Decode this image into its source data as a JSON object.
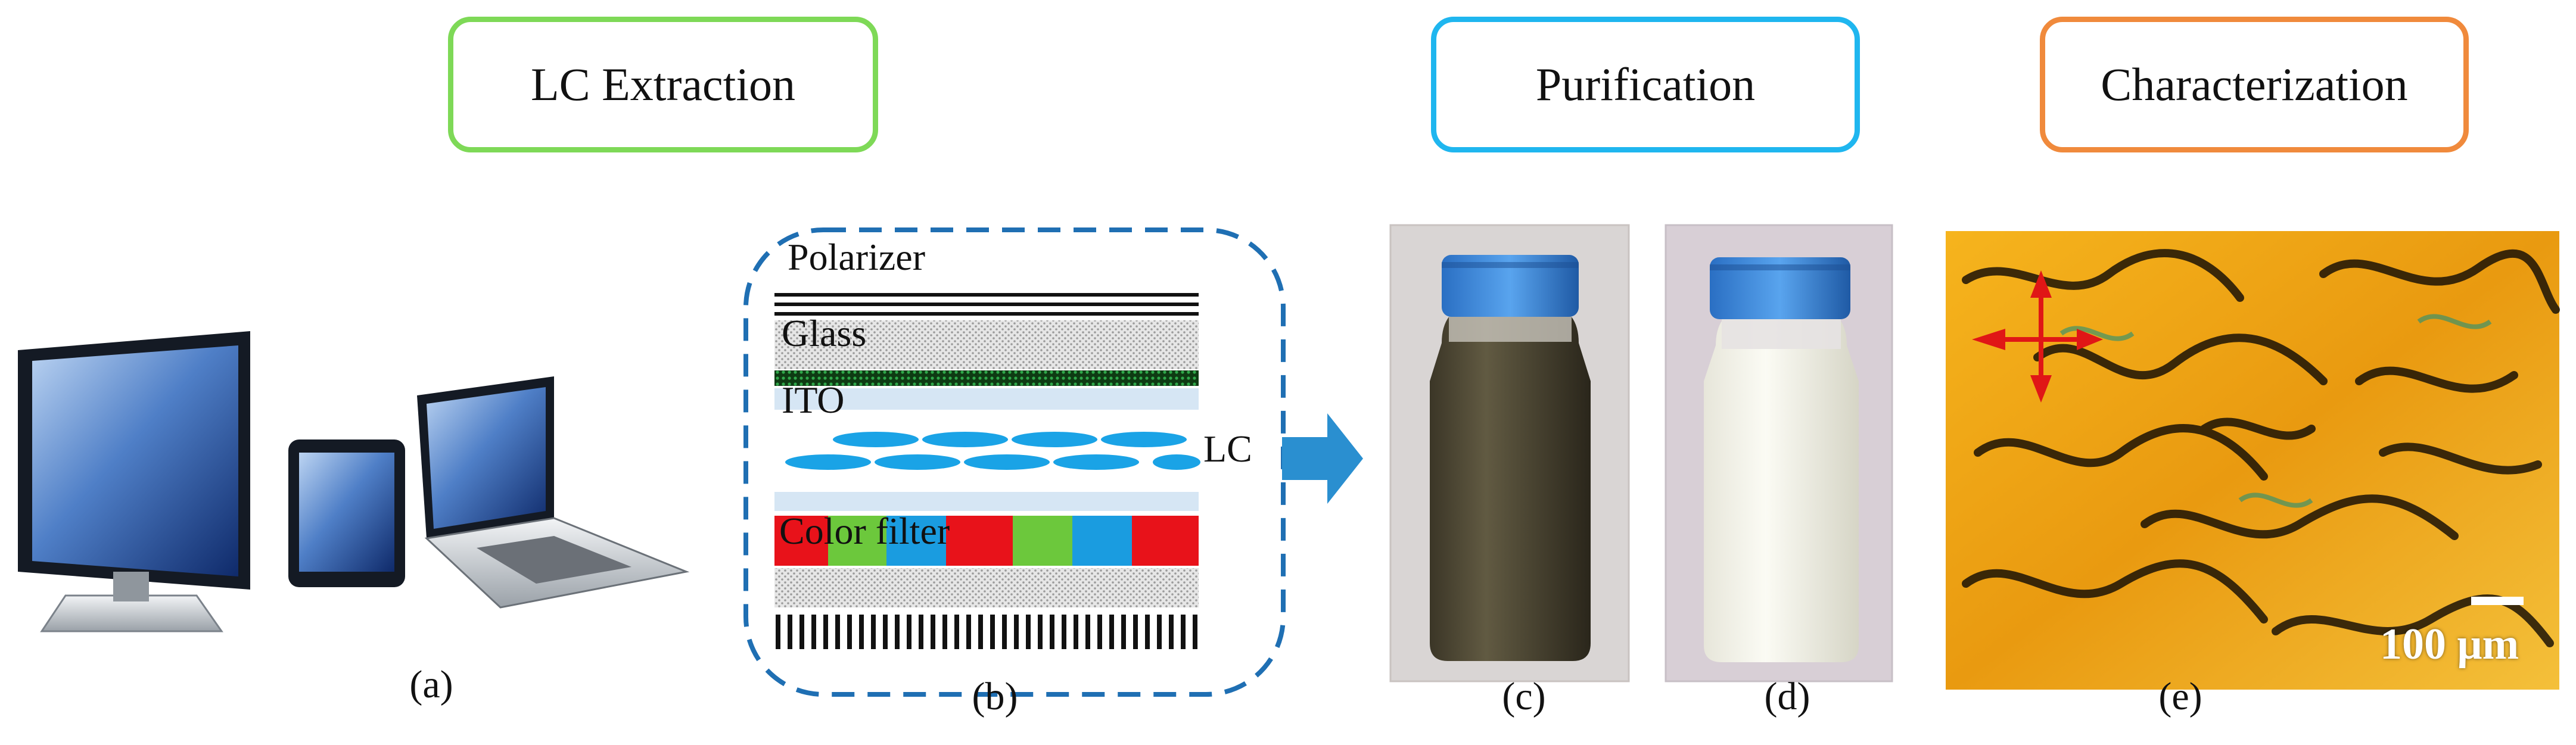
{
  "steps": {
    "extraction": "LC Extraction",
    "purification": "Purification",
    "characterization": "Characterization"
  },
  "panels": {
    "a": "(a)",
    "b": "(b)",
    "c": "(c)",
    "d": "(d)",
    "e": "(e)"
  },
  "layers": {
    "polarizer": "Polarizer",
    "glass": "Glass",
    "ito": "ITO",
    "lc": "LC",
    "color_filter": "Color filter"
  },
  "scale_bar": "100 μm",
  "colors": {
    "extraction_border": "#7ed957",
    "purification_border": "#1fb6ef",
    "characterization_border": "#f08a3c",
    "lc_molecule": "#1aa3e6",
    "arrow": "#2a8fd0"
  }
}
